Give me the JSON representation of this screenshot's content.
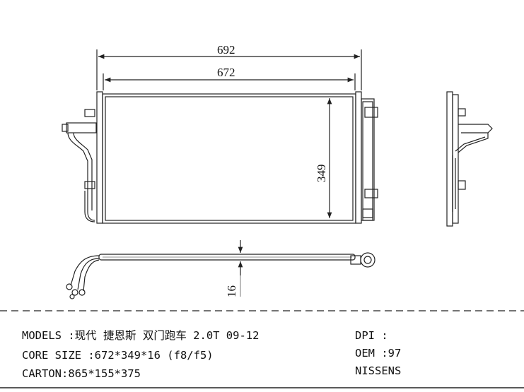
{
  "dimensions": {
    "overall_width": "692",
    "core_width": "672",
    "core_height": "349",
    "core_thickness": "16"
  },
  "info": {
    "models": "MODELS :现代 捷恩斯 双门跑车 2.0T 09-12",
    "core_size": "CORE SIZE :672*349*16 (f8/f5)",
    "carton": "CARTON:865*155*375",
    "dpi": "DPI :",
    "oem": "OEM :97",
    "brand": "NISSENS"
  }
}
